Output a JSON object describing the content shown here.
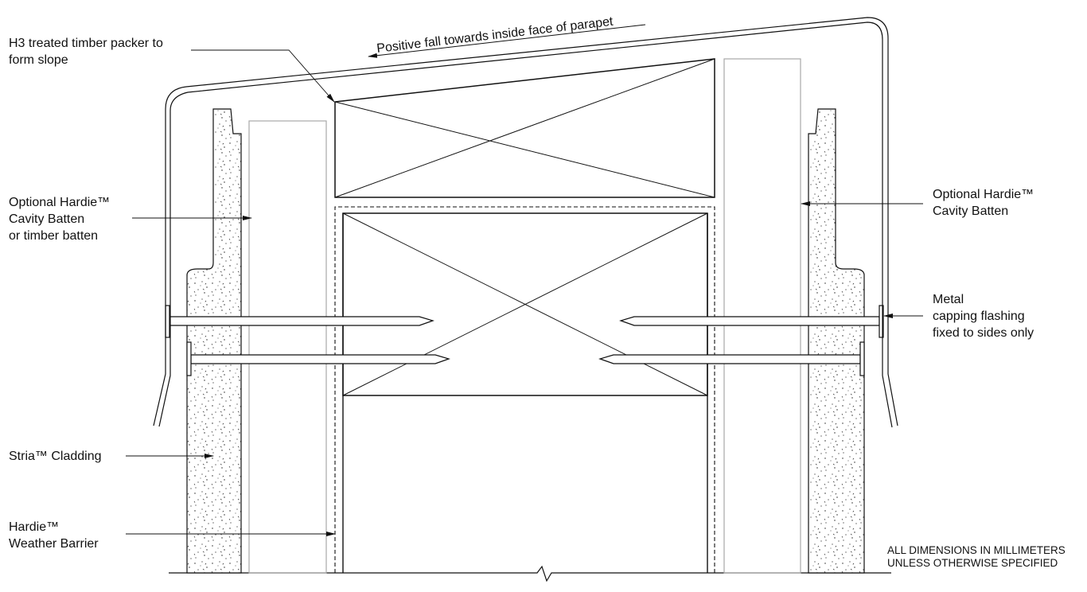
{
  "diagram": {
    "labels": {
      "fall": "Positive fall towards inside face of parapet",
      "packer": "H3 treated timber packer to\nform slope",
      "batten_left": "Optional Hardie™\nCavity Batten\nor timber batten",
      "batten_right": "Optional Hardie™\nCavity Batten",
      "flashing": "Metal\ncapping flashing\nfixed to sides only",
      "cladding": "Stria™ Cladding",
      "barrier": "Hardie™\nWeather Barrier"
    },
    "note": "ALL DIMENSIONS IN MILLIMETERS\nUNLESS OTHERWISE SPECIFIED"
  }
}
